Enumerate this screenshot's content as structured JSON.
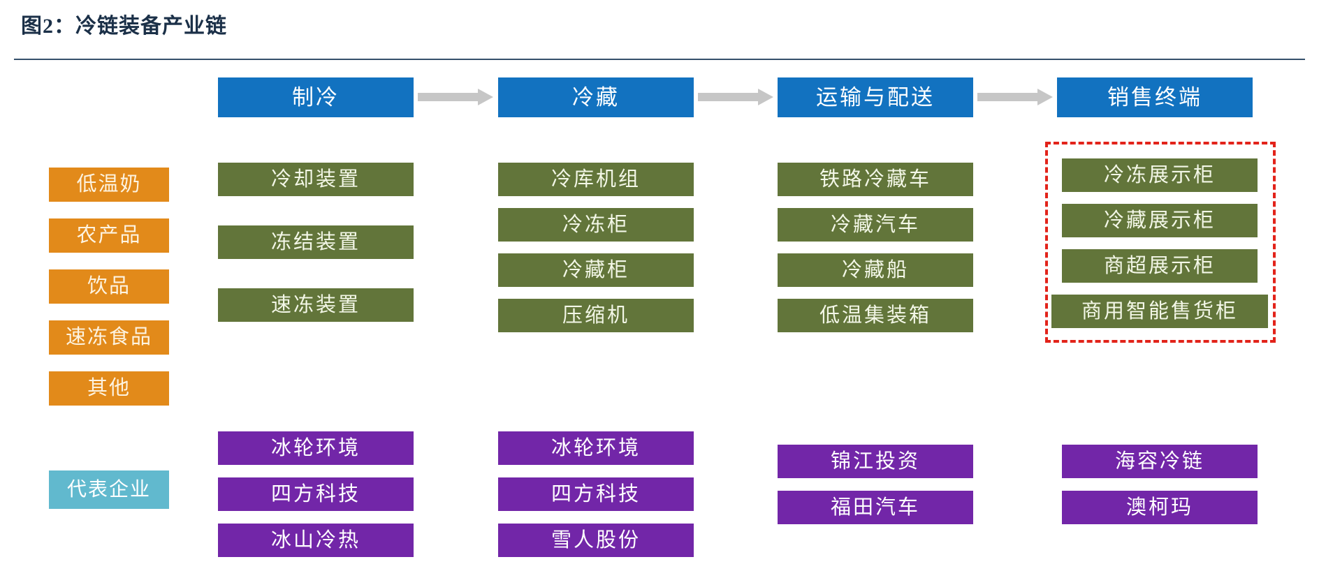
{
  "figure": {
    "title": "图2：冷链装备产业链"
  },
  "stages": [
    {
      "label": "制冷"
    },
    {
      "label": "冷藏"
    },
    {
      "label": "运输与配送"
    },
    {
      "label": "销售终端"
    }
  ],
  "arrows": [
    {
      "name": "arrow-refrigeration-to-coldstorage"
    },
    {
      "name": "arrow-coldstorage-to-transport"
    },
    {
      "name": "arrow-transport-to-retail"
    }
  ],
  "downstream_products": {
    "items": [
      {
        "label": "低温奶"
      },
      {
        "label": "农产品"
      },
      {
        "label": "饮品"
      },
      {
        "label": "速冻食品"
      },
      {
        "label": "其他"
      }
    ]
  },
  "companies_row_label": {
    "label": "代表企业"
  },
  "equipment_columns": [
    {
      "stage": "制冷",
      "items": [
        {
          "label": "冷却装置"
        },
        {
          "label": "冻结装置"
        },
        {
          "label": "速冻装置"
        }
      ]
    },
    {
      "stage": "冷藏",
      "items": [
        {
          "label": "冷库机组"
        },
        {
          "label": "冷冻柜"
        },
        {
          "label": "冷藏柜"
        },
        {
          "label": "压缩机"
        }
      ]
    },
    {
      "stage": "运输与配送",
      "items": [
        {
          "label": "铁路冷藏车"
        },
        {
          "label": "冷藏汽车"
        },
        {
          "label": "冷藏船"
        },
        {
          "label": "低温集装箱"
        }
      ]
    },
    {
      "stage": "销售终端",
      "highlighted": true,
      "items": [
        {
          "label": "冷冻展示柜"
        },
        {
          "label": "冷藏展示柜"
        },
        {
          "label": "商超展示柜"
        },
        {
          "label": "商用智能售货柜"
        }
      ]
    }
  ],
  "company_columns": [
    {
      "stage": "制冷",
      "items": [
        {
          "label": "冰轮环境"
        },
        {
          "label": "四方科技"
        },
        {
          "label": "冰山冷热"
        }
      ]
    },
    {
      "stage": "冷藏",
      "items": [
        {
          "label": "冰轮环境"
        },
        {
          "label": "四方科技"
        },
        {
          "label": "雪人股份"
        }
      ]
    },
    {
      "stage": "运输与配送",
      "items": [
        {
          "label": "锦江投资"
        },
        {
          "label": "福田汽车"
        }
      ]
    },
    {
      "stage": "销售终端",
      "items": [
        {
          "label": "海容冷链"
        },
        {
          "label": "澳柯玛"
        }
      ]
    }
  ],
  "colors": {
    "title": "#1b3048",
    "stage_header": "#1272c0",
    "product": "#e28a1a",
    "company_label": "#61b9ce",
    "equipment": "#62753a",
    "company": "#7226a8",
    "arrow": "#c6c6c6",
    "highlight": "#e2231a"
  }
}
